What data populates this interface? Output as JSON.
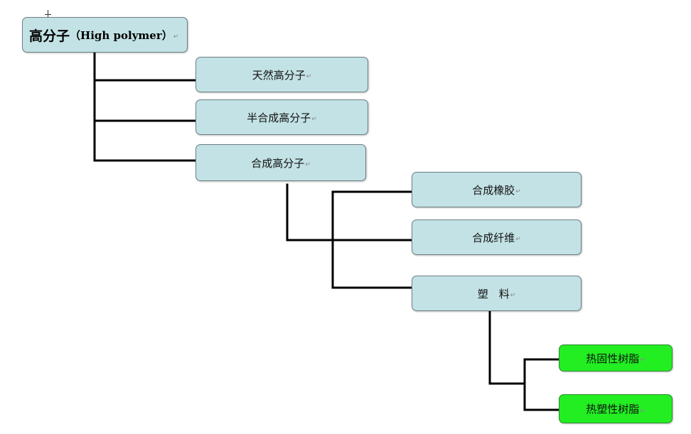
{
  "diagram": {
    "root": {
      "title": "高分子",
      "subtitle": "（High polymer）"
    },
    "level1": [
      {
        "label": "天然高分子"
      },
      {
        "label": "半合成高分子"
      },
      {
        "label": "合成高分子"
      }
    ],
    "level2": [
      {
        "label": "合成橡胶"
      },
      {
        "label": "合成纤维"
      },
      {
        "label": "塑　料"
      }
    ],
    "level3": [
      {
        "label": "热固性树脂"
      },
      {
        "label": "热塑性树脂"
      }
    ],
    "paragraph_mark": "↵",
    "colors": {
      "node_fill": "#c3e2e5",
      "leaf_fill": "#22ee22",
      "connector": "#000000"
    }
  }
}
